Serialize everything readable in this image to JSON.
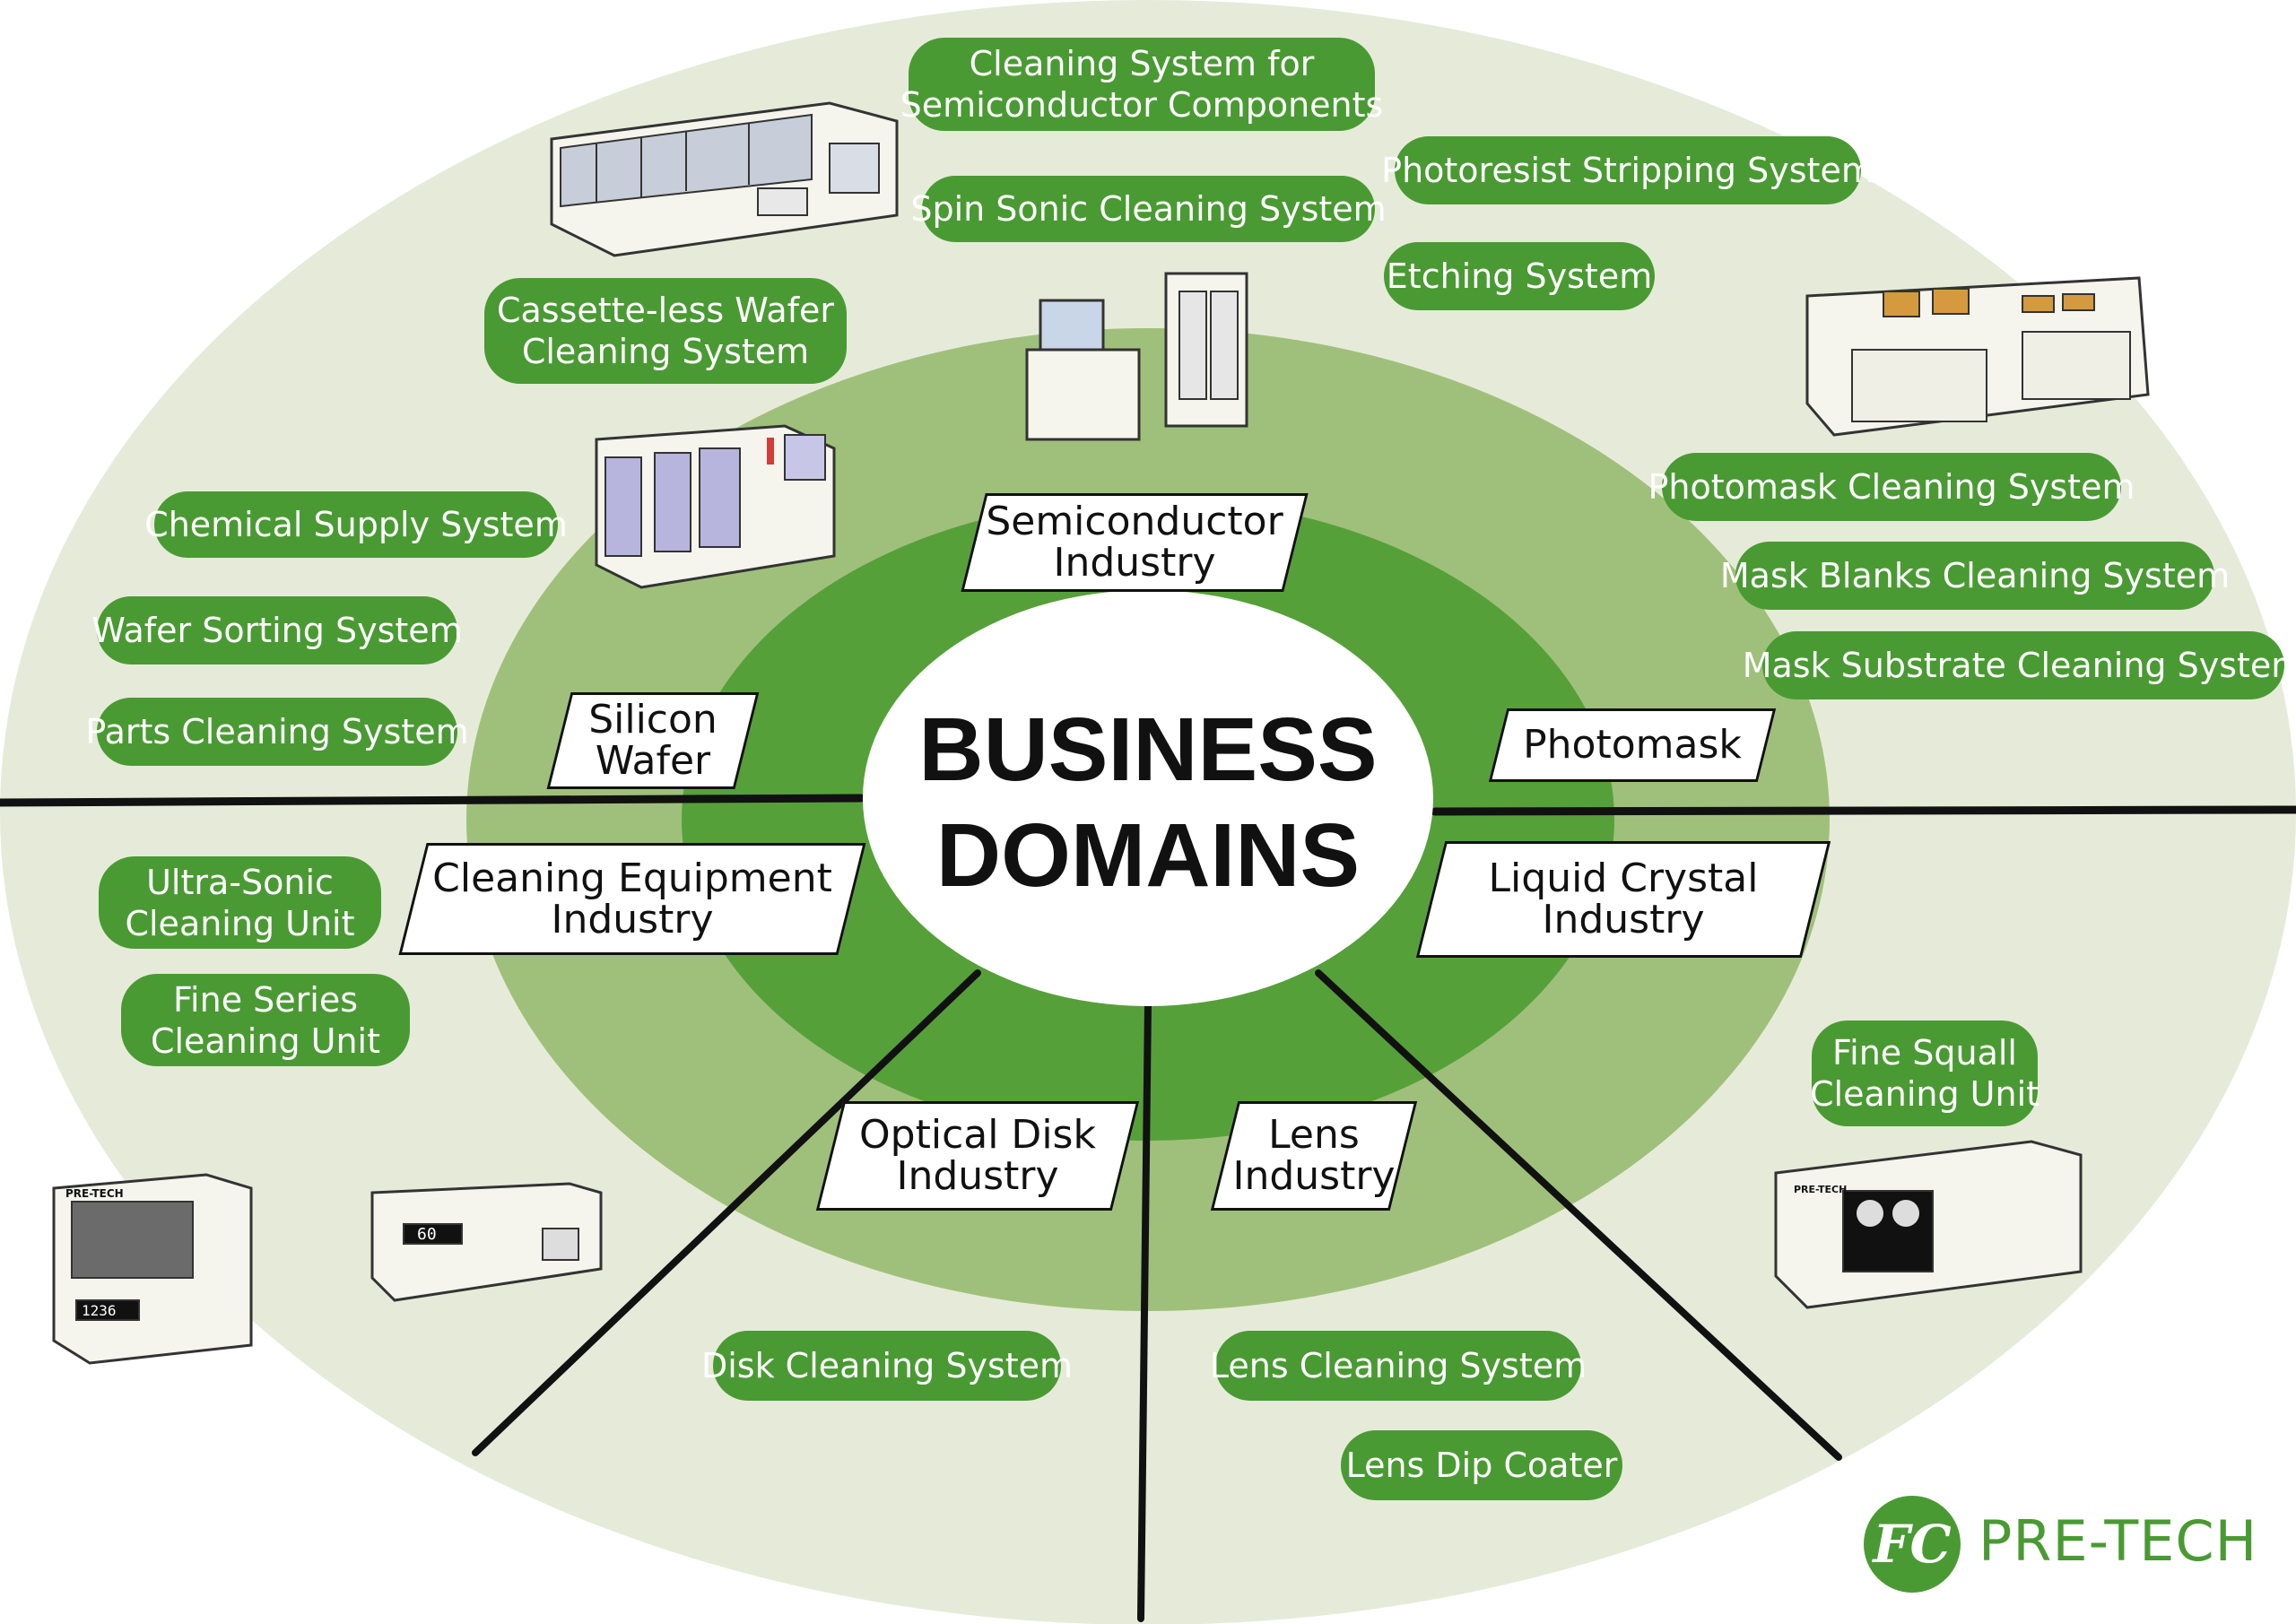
{
  "center": {
    "line1": "BUSINESS",
    "line2": "DOMAINS"
  },
  "industries": {
    "semiconductor": [
      "Semiconductor",
      "Industry"
    ],
    "silicon_wafer": [
      "Silicon",
      "Wafer"
    ],
    "photomask": [
      "Photomask"
    ],
    "cleaning_equipment": [
      "Cleaning Equipment",
      "Industry"
    ],
    "liquid_crystal": [
      "Liquid Crystal",
      "Industry"
    ],
    "optical_disk": [
      "Optical Disk",
      "Industry"
    ],
    "lens": [
      "Lens",
      "Industry"
    ]
  },
  "systems": {
    "cleaning_semiconductor_components": [
      "Cleaning System for",
      "Semiconductor Components"
    ],
    "spin_sonic": [
      "Spin Sonic Cleaning System"
    ],
    "photoresist_stripping": [
      "Photoresist Stripping System"
    ],
    "etching": [
      "Etching System"
    ],
    "cassette_less": [
      "Cassette-less Wafer",
      "Cleaning System"
    ],
    "chemical_supply": [
      "Chemical Supply System"
    ],
    "wafer_sorting": [
      "Wafer Sorting System"
    ],
    "parts_cleaning": [
      "Parts Cleaning System"
    ],
    "photomask_cleaning": [
      "Photomask Cleaning System"
    ],
    "mask_blanks": [
      "Mask Blanks Cleaning System"
    ],
    "mask_substrate": [
      "Mask Substrate Cleaning System"
    ],
    "ultra_sonic": [
      "Ultra-Sonic",
      "Cleaning Unit"
    ],
    "fine_series": [
      "Fine Series",
      "Cleaning Unit"
    ],
    "fine_squall": [
      "Fine Squall",
      "Cleaning Unit"
    ],
    "disk_cleaning": [
      "Disk Cleaning System"
    ],
    "lens_cleaning": [
      "Lens Cleaning System"
    ],
    "lens_dip": [
      "Lens Dip Coater"
    ]
  },
  "devices": {
    "left_unit": {
      "brand": "PRE-TECH",
      "display": "1236"
    },
    "mid_unit": {
      "display": "60"
    },
    "right_unit": {
      "brand": "PRE-TECH"
    }
  },
  "logo": {
    "mark": "FC",
    "text": "PRE-TECH"
  },
  "colors": {
    "outer_ring": "#e6ebd9",
    "middle_ring": "#9fc07a",
    "inner_ring": "#56a03a",
    "pill": "#4a9a33",
    "center": "#ffffff",
    "lines": "#111111"
  }
}
